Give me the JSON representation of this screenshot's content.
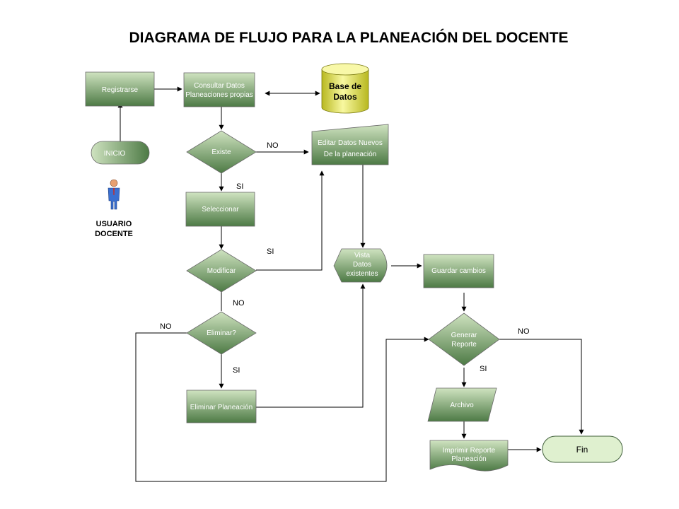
{
  "title": "DIAGRAMA DE FLUJO PARA LA PLANEACIÓN DEL DOCENTE",
  "nodes": {
    "registrarse": "Registrarse",
    "inicio": "INICIO",
    "usuario_line1": "USUARIO",
    "usuario_line2": "DOCENTE",
    "consultar_line1": "Consultar Datos",
    "consultar_line2": "Planeaciones propias",
    "base_line1": "Base de",
    "base_line2": "Datos",
    "existe": "Existe",
    "editar_line1": "Editar Datos Nuevos",
    "editar_line2": "De la planeación",
    "seleccionar": "Seleccionar",
    "modificar": "Modificar",
    "vista_line1": "Vista",
    "vista_line2": "Datos",
    "vista_line3": "existentes",
    "guardar": "Guardar cambios",
    "eliminar_q": "Eliminar?",
    "generar_line1": "Generar",
    "generar_line2": "Reporte",
    "eliminar_planeacion": "Eliminar Planeación",
    "archivo": "Archivo",
    "imprimir_line1": "Imprimir Reporte",
    "imprimir_line2": "Planeación",
    "fin": "Fin"
  },
  "edges": {
    "existe_no": "NO",
    "existe_si": "SI",
    "modificar_si": "SI",
    "modificar_no": "NO",
    "eliminar_no": "NO",
    "eliminar_si": "SI",
    "generar_no": "NO",
    "generar_si": "SI"
  },
  "colors": {
    "node_light": "#cfe3c0",
    "node_dark": "#4d7a45",
    "db_light": "#f4f490",
    "db_dark": "#b8b820",
    "fin_fill": "#dff0cf",
    "person": "#3a6fd0"
  }
}
